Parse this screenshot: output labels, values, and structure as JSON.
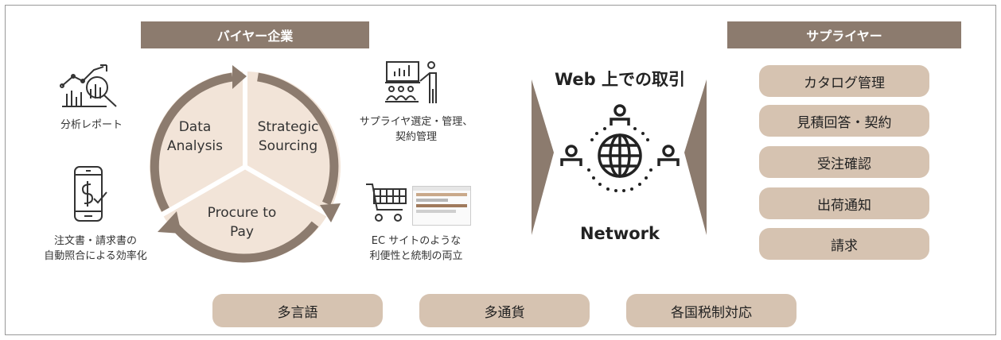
{
  "buyer": {
    "header": "バイヤー企業"
  },
  "supplier": {
    "header": "サプライヤー"
  },
  "cycle": {
    "data_analysis": "Data\nAnalysis",
    "strategic_sourcing": "Strategic\nSourcing",
    "procure_to_pay": "Procure to\nPay"
  },
  "features": {
    "analysis_report": "分析レポート",
    "supplier_select": [
      "サプライヤ選定・管理、",
      "契約管理"
    ],
    "invoice_matching": [
      "注文書・請求書の",
      "自動照合による効率化"
    ],
    "ec_site": [
      "EC サイトのような",
      "利便性と統制の両立"
    ]
  },
  "network": {
    "title": "Web 上での取引",
    "label": "Network"
  },
  "supplier_items": [
    "カタログ管理",
    "見積回答・契約",
    "受注確認",
    "出荷通知",
    "請求"
  ],
  "bottom_pills": [
    "多言語",
    "多通貨",
    "各国税制対応"
  ],
  "colors": {
    "header": "#8c7b6e",
    "pill": "#d6c3b1",
    "circle_fill": "#f2e4d8",
    "ring": "#8c7b6e"
  }
}
